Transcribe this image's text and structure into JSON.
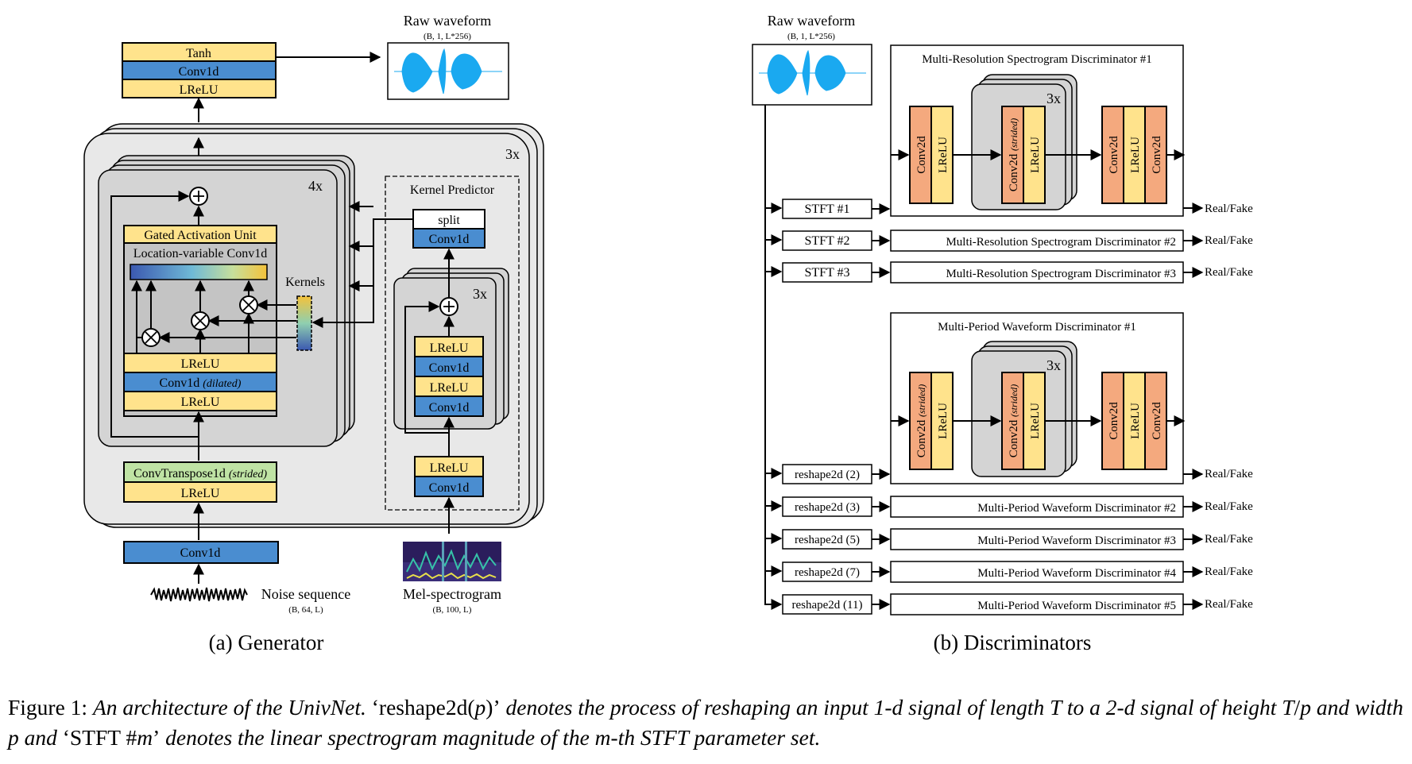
{
  "generator": {
    "subcaption": "(a) Generator",
    "output_stack": [
      "Tanh",
      "Conv1d",
      "LReLU"
    ],
    "raw_waveform_label": "Raw waveform",
    "raw_waveform_shape": "(B, 1, L*256)",
    "outer_repeat": "3x",
    "lvc_repeat": "4x",
    "gau_label": "Gated Activation Unit",
    "lvc_label": "Location-variable Conv1d",
    "kernels_label": "Kernels",
    "lvc_stack": [
      "LReLU",
      "Conv1d",
      "LReLU"
    ],
    "lvc_dilated_main": "Conv1d ",
    "lvc_dilated_em": "(dilated)",
    "upsample_main": "ConvTranspose1d ",
    "upsample_em": "(strided)",
    "upsample_act": "LReLU",
    "input_conv": "Conv1d",
    "noise_label": "Noise sequence",
    "noise_shape": "(B, 64, L)",
    "kernel_predictor_label": "Kernel Predictor",
    "kp_split": "split",
    "kp_conv": "Conv1d",
    "kp_repeat": "3x",
    "kp_res_stack": [
      "LReLU",
      "Conv1d",
      "LReLU",
      "Conv1d"
    ],
    "kp_in_stack": [
      "LReLU",
      "Conv1d"
    ],
    "mel_label": "Mel-spectrogram",
    "mel_shape": "(B, 100, L)"
  },
  "discriminators": {
    "subcaption": "(b) Discriminators",
    "raw_waveform_label": "Raw waveform",
    "raw_waveform_shape": "(B, 1, L*256)",
    "mrd_title": "Multi-Resolution Spectrogram Discriminator #1",
    "mrd_others": [
      "Multi-Resolution Spectrogram Discriminator #2",
      "Multi-Resolution Spectrogram Discriminator #3"
    ],
    "stft_inputs": [
      "STFT #1",
      "STFT #2",
      "STFT #3"
    ],
    "mpd_title": "Multi-Period Waveform Discriminator #1",
    "mpd_others": [
      "Multi-Period Waveform Discriminator #2",
      "Multi-Period Waveform Discriminator #3",
      "Multi-Period Waveform Discriminator #4",
      "Multi-Period Waveform Discriminator #5"
    ],
    "reshape_inputs": [
      "reshape2d (2)",
      "reshape2d (3)",
      "reshape2d (5)",
      "reshape2d (7)",
      "reshape2d (11)"
    ],
    "output_label": "Real/Fake",
    "repeat": "3x",
    "conv2d": "Conv2d",
    "conv2d_strided_main": "Conv2d ",
    "conv2d_strided_em": "(strided)",
    "lrelu": "LReLU"
  },
  "caption": {
    "prefix": "Figure 1: ",
    "t1": "An architecture of the UnivNet.",
    "q1": " ‘reshape2d(",
    "v_p": "p",
    "q2": ")’",
    "t2": " denotes the process of reshaping an input 1-d signal of length ",
    "v_T": "T",
    "t3": " to a 2-d signal of height ",
    "v_T2": "T",
    "q3": "/",
    "v_p2": "p",
    "t4": " and width ",
    "v_p3": "p",
    "t5": " and ",
    "q4": "‘STFT #",
    "v_m": "m",
    "q5": "’",
    "t6": " denotes the linear spectrogram magnitude of the ",
    "v_m2": "m",
    "t7": "-th STFT parameter set."
  },
  "colors": {
    "yellow": "#FFE38C",
    "blue": "#4A8DD0",
    "green": "#BFE3A4",
    "orange": "#F4A97E",
    "panel_gray": "#E8E8E8",
    "inner_gray": "#D4D4D4",
    "lvc_gray": "#C4C4C4",
    "waveform": "#1AA9F0"
  }
}
